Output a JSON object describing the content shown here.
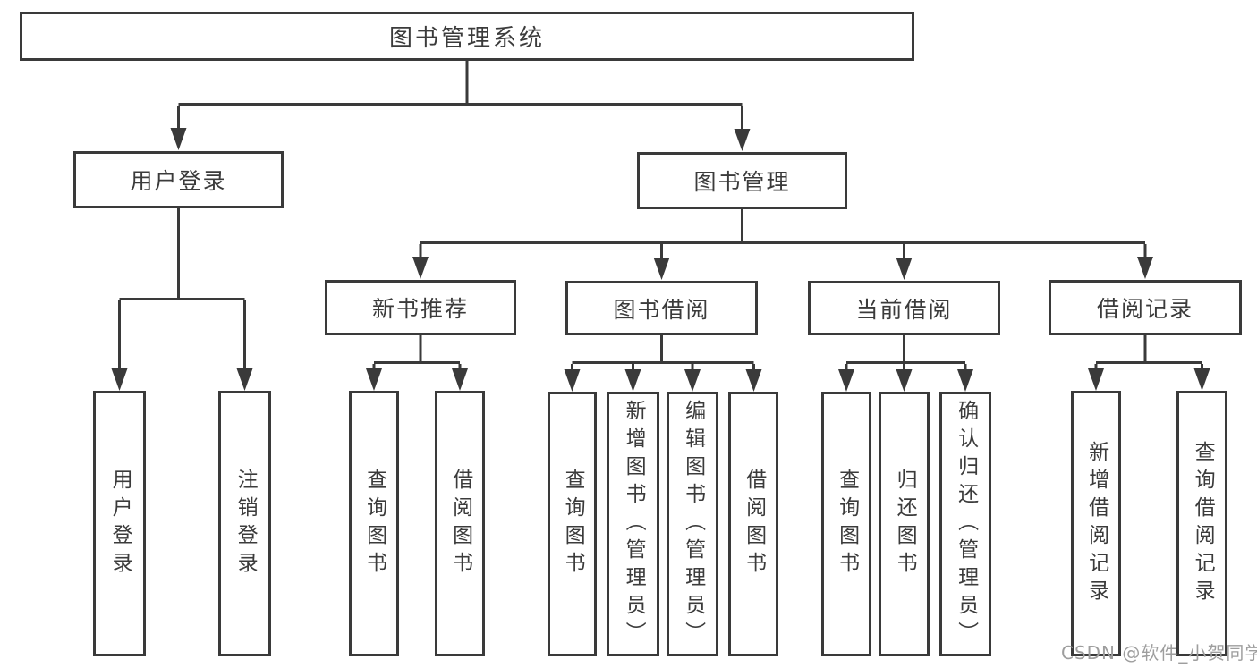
{
  "colors": {
    "line": "#3a3a3a",
    "text": "#3b3b3b",
    "background": "#ffffff",
    "watermark": "#9e9e9e"
  },
  "watermark": "CSDN @软件_小贺同学",
  "nodes": {
    "root": "图书管理系统",
    "userLogin": "用户登录",
    "bookManagement": "图书管理",
    "newBookRecommend": "新书推荐",
    "bookBorrowing": "图书借阅",
    "currentBorrowing": "当前借阅",
    "borrowingRecords": "借阅记录",
    "leafUserLogin": "用户登录",
    "leafLogout": "注销登录",
    "leafQueryBooksA": "查询图书",
    "leafBorrowBooksA": "借阅图书",
    "leafQueryBooksB": "查询图书",
    "leafAddBookAdmin": "新增图书（管理员）",
    "leafEditBookAdmin": "编辑图书（管理员）",
    "leafBorrowBooksB": "借阅图书",
    "leafQueryBooksC": "查询图书",
    "leafReturnBook": "归还图书",
    "leafConfirmReturnAdmin": "确认归还（管理员）",
    "leafAddBorrowRecord": "新增借阅记录",
    "leafQueryBorrowRecord": "查询借阅记录"
  },
  "hierarchy": {
    "label": "图书管理系统",
    "children": [
      {
        "label": "用户登录",
        "children": [
          {
            "label": "用户登录"
          },
          {
            "label": "注销登录"
          }
        ]
      },
      {
        "label": "图书管理",
        "children": [
          {
            "label": "新书推荐",
            "children": [
              {
                "label": "查询图书"
              },
              {
                "label": "借阅图书"
              }
            ]
          },
          {
            "label": "图书借阅",
            "children": [
              {
                "label": "查询图书"
              },
              {
                "label": "新增图书（管理员）"
              },
              {
                "label": "编辑图书（管理员）"
              },
              {
                "label": "借阅图书"
              }
            ]
          },
          {
            "label": "当前借阅",
            "children": [
              {
                "label": "查询图书"
              },
              {
                "label": "归还图书"
              },
              {
                "label": "确认归还（管理员）"
              }
            ]
          },
          {
            "label": "借阅记录",
            "children": [
              {
                "label": "新增借阅记录"
              },
              {
                "label": "查询借阅记录"
              }
            ]
          }
        ]
      }
    ]
  }
}
